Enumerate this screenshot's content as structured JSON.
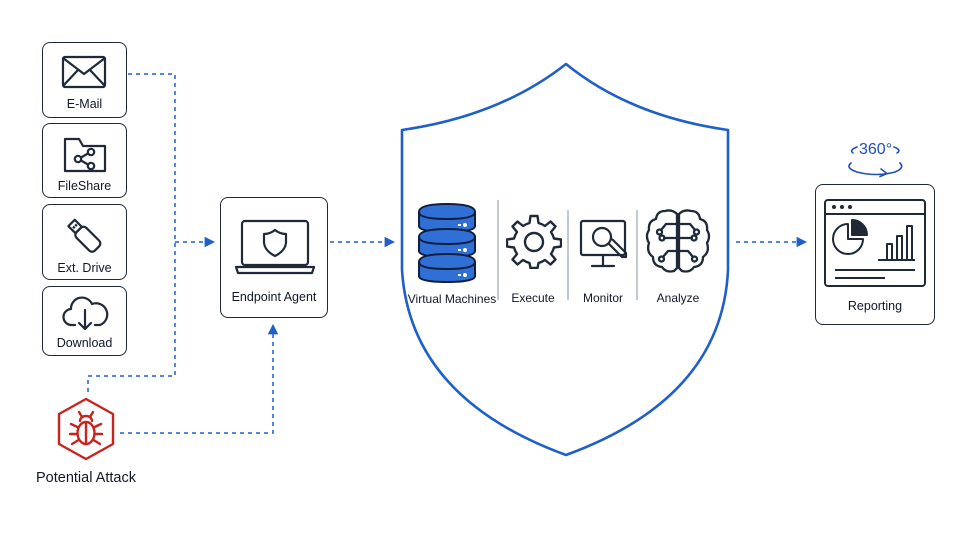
{
  "sources": [
    {
      "label": "E-Mail",
      "icon": "envelope-icon"
    },
    {
      "label": "FileShare",
      "icon": "shared-folder-icon"
    },
    {
      "label": "Ext. Drive",
      "icon": "usb-drive-icon"
    },
    {
      "label": "Download",
      "icon": "cloud-download-icon"
    }
  ],
  "attack": {
    "label": "Potential Attack",
    "icon": "bug-icon",
    "color": "#c8241f"
  },
  "agent": {
    "label": "Endpoint Agent",
    "icon": "laptop-shield-icon"
  },
  "shield": {
    "color": "#1f5fc9",
    "steps": [
      {
        "label": "Virtual Machines",
        "icon": "server-stack-icon"
      },
      {
        "label": "Execute",
        "icon": "gear-icon"
      },
      {
        "label": "Monitor",
        "icon": "monitor-search-icon"
      },
      {
        "label": "Analyze",
        "icon": "brain-icon"
      }
    ]
  },
  "reporting": {
    "label": "Reporting",
    "badge": "360°",
    "icon": "dashboard-icon"
  },
  "colors": {
    "accent": "#1f5fc9",
    "stroke": "#1f2937",
    "attack": "#c8241f"
  }
}
